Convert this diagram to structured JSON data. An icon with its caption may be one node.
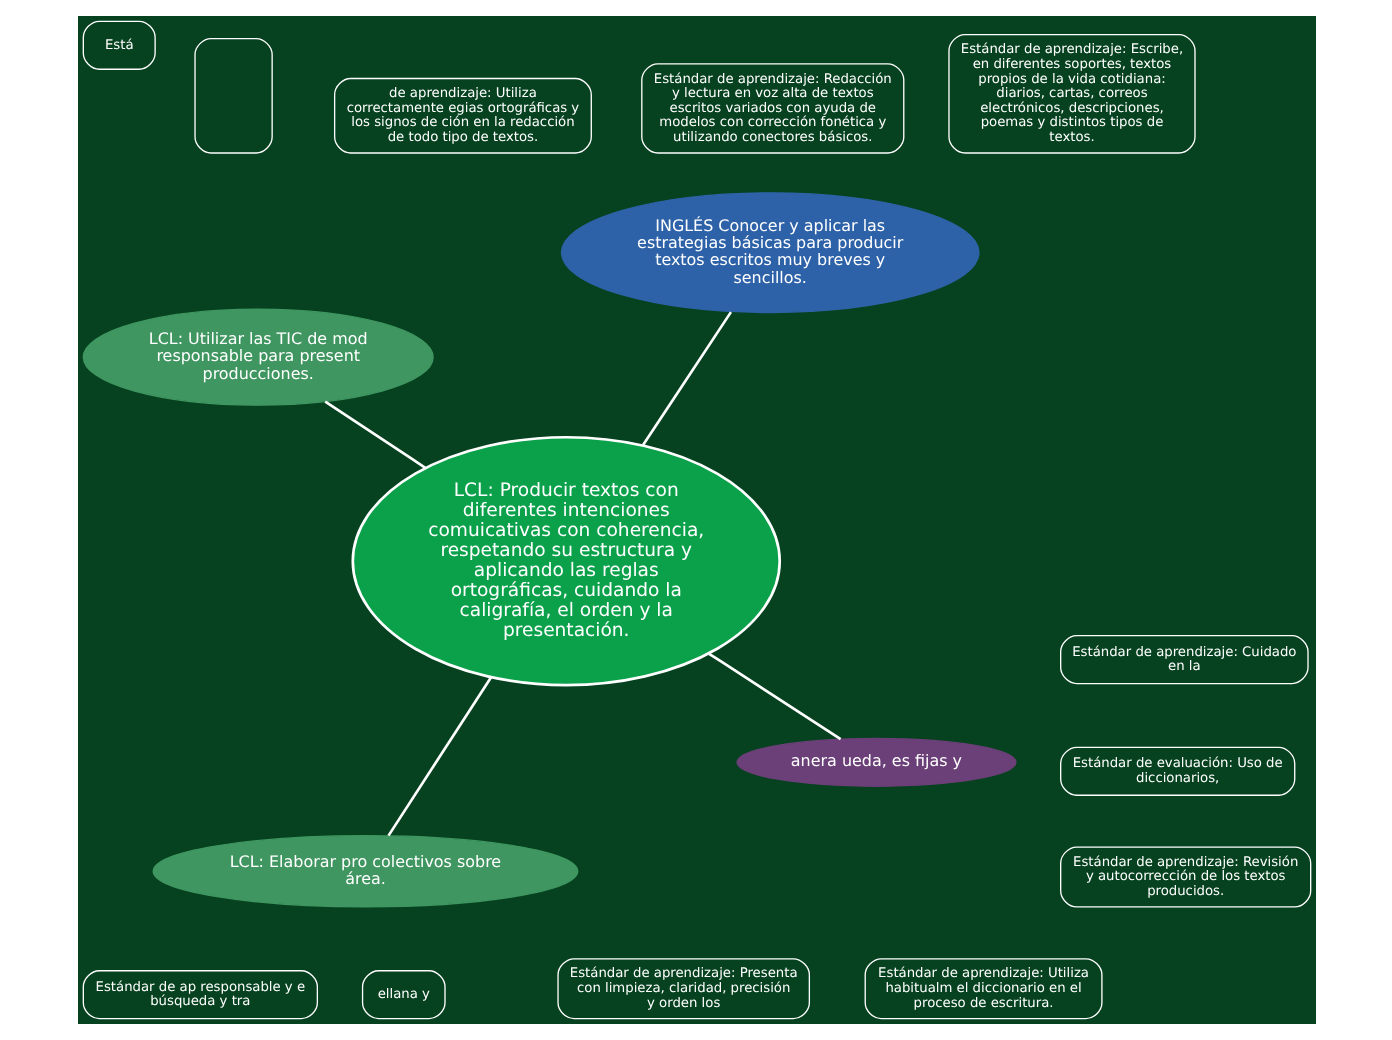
{
  "diagram": {
    "nodes": [
      {
        "text": [
          "LCL: Producir textos con diferentes intenciones comuicativas con coherencia, respetando su estructura y aplicando las reglas ortográficas, cuidando la caligrafía, el orden y la presentación."
        ]
      },
      {
        "text": [
          "Estándar de aprendizaje: Escribe, en diferentes soportes, textos propios de la vida cotidiana: diarios, cartas, correos electrónicos, descripciones, poemas y distintos tipos de textos."
        ]
      },
      {
        "text": [
          "Estándar de aprendizaje: Presenta con limpieza, claridad, precisión y orden los"
        ]
      },
      {
        "text": [],
        "shape": "box"
      },
      {
        "text": [
          "anera ueda, es fijas y"
        ]
      },
      {
        "text": [
          "LCL: Elaborar pro colectivos sobre área."
        ]
      },
      {
        "text": [
          "Está"
        ]
      },
      {
        "text": [
          "de aprendizaje: Utiliza correctamente egias ortográficas y los signos de ción en la redacción de todo tipo de textos."
        ]
      },
      {
        "text": [
          "Estándar de aprendizaje: Utiliza habitualm el diccionario en el proceso de escritura."
        ]
      },
      {
        "text": [
          "LCL: Utilizar las TIC de mod responsable para present producciones."
        ]
      },
      {
        "text": [
          "Estándar de ap responsable y e búsqueda y tra"
        ]
      },
      {
        "text": [
          "Estándar de aprendizaje: Redacción y lectura en voz alta de textos escritos variados con ayuda de modelos con corrección fonética y utilizando conectores básicos."
        ]
      },
      {
        "text": [
          "INGLÉS Conocer y aplicar las estrategias básicas para producir textos escritos muy breves y sencillos."
        ]
      },
      {
        "text": [
          "Estándar de aprendizaje: Revisión y autocorrección de los textos producidos."
        ]
      },
      {
        "text": [
          "ellana y"
        ]
      },
      {
        "text": [
          "Estándar de evaluación: Uso de diccionarios,"
        ]
      },
      {
        "text": [
          "Estándar de aprendizaje: Cuidado en la"
        ]
      }
    ],
    "edges": [
      {
        "from": 0,
        "to": 5,
        "arrow": "none"
      },
      {
        "from": 0,
        "to": 4,
        "arrow": "none"
      },
      {
        "from": 0,
        "to": 9,
        "arrow": "none"
      },
      {
        "from": 0,
        "to": 12,
        "arrow": "none"
      }
    ]
  }
}
